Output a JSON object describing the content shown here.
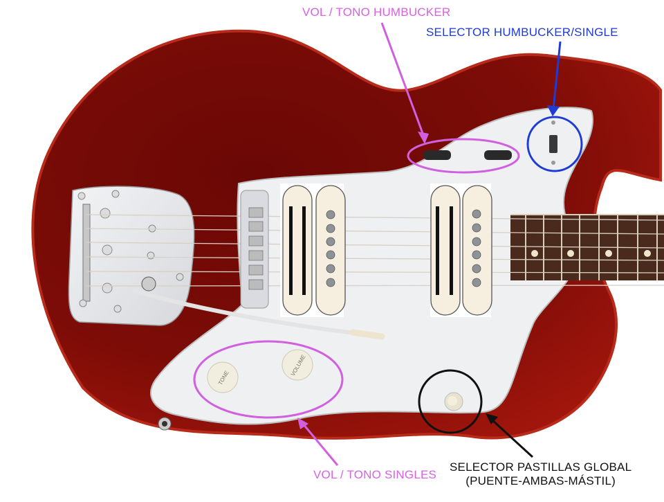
{
  "title": "Jaguar-style guitar controls diagram",
  "annotations": {
    "vol_tono_humbucker": {
      "text": "VOL / TONO HUMBUCKER",
      "color": "#d960e6"
    },
    "selector_humbucker_single": {
      "text": "SELECTOR HUMBUCKER/SINGLE",
      "color": "#1f3bd6"
    },
    "vol_tono_singles": {
      "text": "VOL / TONO SINGLES",
      "color": "#d960e6"
    },
    "selector_global": {
      "line1": "SELECTOR PASTILLAS GLOBAL",
      "line2": "(PUENTE-AMBAS-MÁSTIL)",
      "color": "#111111"
    }
  },
  "knobs": {
    "tone": "TONE",
    "volume": "VOLUME"
  },
  "pickups": [
    {
      "position": "bridge",
      "type": "humbucker-overlay"
    },
    {
      "position": "neck",
      "type": "humbucker-overlay"
    }
  ],
  "colors": {
    "body": "#8a0d08",
    "body_highlight": "#c3301f",
    "pickguard": "#eef0f2",
    "pickup_cream": "#f6efdf",
    "fretboard": "#4a2a1c"
  }
}
